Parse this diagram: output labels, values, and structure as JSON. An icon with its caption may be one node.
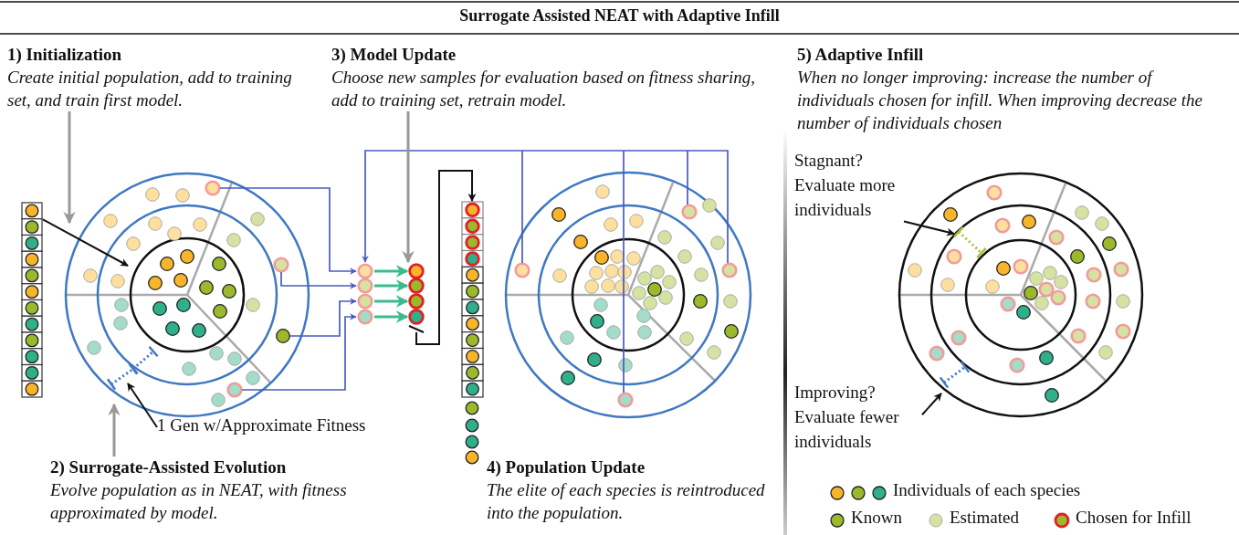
{
  "diagram": {
    "title": "Surrogate Assisted NEAT with Adaptive Infill",
    "nodes": [
      {
        "text": [
          "1) Initialization",
          "Create initial population, add to training set, and train first model."
        ]
      },
      {
        "text": [
          "2) Surrogate-Assisted Evolution",
          "Evolve population as in NEAT, with fitness approximated by model."
        ]
      },
      {
        "text": [
          "3) Model Update",
          "Choose new samples for evaluation based on fitness sharing, add to training set, retrain model."
        ]
      },
      {
        "text": [
          "4) Population Update",
          "The elite of each species is reintroduced into the population."
        ]
      },
      {
        "text": [
          "5) Adaptive Infill",
          "When no longer improving: increase the number of individuals chosen for infill. When improving decrease the number of individuals chosen"
        ]
      },
      {
        "text": [],
        "shape": "bar"
      },
      {
        "text": [],
        "shape": "circle"
      },
      {
        "text": [
          "1 Gen w/Approximate Fitness"
        ]
      },
      {
        "text": [],
        "shape": "bar"
      },
      {
        "text": [],
        "shape": "bar"
      },
      {
        "text": [],
        "shape": "bar"
      },
      {
        "text": [],
        "shape": "circle"
      },
      {
        "text": [],
        "shape": "circle"
      },
      {
        "text": [
          "Stagnant? Evaluate more individuals"
        ]
      },
      {
        "text": [
          "Improving? Evaluate fewer individuals"
        ]
      }
    ],
    "edges": [
      {
        "from": 0,
        "to": 6,
        "arrow": "to",
        "color": "#999999"
      },
      {
        "from": 5,
        "to": 6,
        "arrow": "to"
      },
      {
        "from": 1,
        "to": 6,
        "arrow": "to",
        "color": "#999999"
      },
      {
        "from": 7,
        "to": 6,
        "arrow": "to"
      },
      {
        "from": 6,
        "to": 8,
        "arrow": "to",
        "color": "#4a5bbf"
      },
      {
        "from": 6,
        "to": 8,
        "arrow": "to",
        "color": "#4a5bbf"
      },
      {
        "from": 6,
        "to": 8,
        "arrow": "to",
        "color": "#4a5bbf"
      },
      {
        "from": 6,
        "to": 8,
        "arrow": "to",
        "color": "#4a5bbf"
      },
      {
        "from": 11,
        "to": 8,
        "arrow": "to",
        "color": "#4a5bbf"
      },
      {
        "from": 2,
        "to": 9,
        "arrow": "to",
        "color": "#999999"
      },
      {
        "from": 8,
        "to": 9,
        "arrow": "to",
        "color": "#3dbb8c"
      },
      {
        "from": 8,
        "to": 9,
        "arrow": "to",
        "color": "#3dbb8c"
      },
      {
        "from": 8,
        "to": 9,
        "arrow": "to",
        "color": "#3dbb8c"
      },
      {
        "from": 8,
        "to": 9,
        "arrow": "to",
        "color": "#3dbb8c"
      },
      {
        "from": 9,
        "to": 10,
        "arrow": "to"
      },
      {
        "from": 13,
        "to": 12,
        "arrow": "to"
      },
      {
        "from": 14,
        "to": 12,
        "arrow": "to"
      }
    ],
    "legend": [
      {
        "text": "Individuals of each species"
      },
      {
        "text": "Known"
      },
      {
        "text": "Estimated"
      },
      {
        "text": "Chosen for Infill"
      }
    ]
  }
}
